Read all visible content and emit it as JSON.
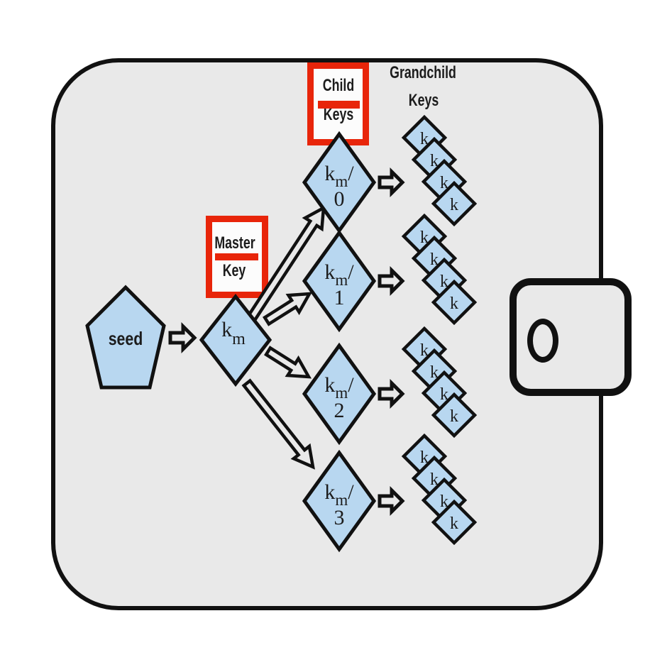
{
  "colors": {
    "page_bg": "#ffffff",
    "wallet_bg": "#e9e9e9",
    "shape_fill": "#b8d7f0",
    "outline": "#111111",
    "annotation_red": "#e8250a",
    "text": "#1c1c1c"
  },
  "headings": {
    "master_key": {
      "line1": "Master",
      "line2": "Key"
    },
    "child_keys": {
      "line1": "Child",
      "line2": "Keys"
    },
    "grandchild_keys": {
      "line1": "Grandchild",
      "line2": "Keys"
    }
  },
  "seed": {
    "label": "seed"
  },
  "master_key": {
    "base": "k",
    "sub": "m"
  },
  "child_keys": [
    {
      "base": "k",
      "sub": "m",
      "sep": "/",
      "index": "0"
    },
    {
      "base": "k",
      "sub": "m",
      "sep": "/",
      "index": "1"
    },
    {
      "base": "k",
      "sub": "m",
      "sep": "/",
      "index": "2"
    },
    {
      "base": "k",
      "sub": "m",
      "sep": "/",
      "index": "3"
    }
  ],
  "grandchild": {
    "label": "k",
    "stack_count": 4,
    "keys_per_stack": 4
  }
}
